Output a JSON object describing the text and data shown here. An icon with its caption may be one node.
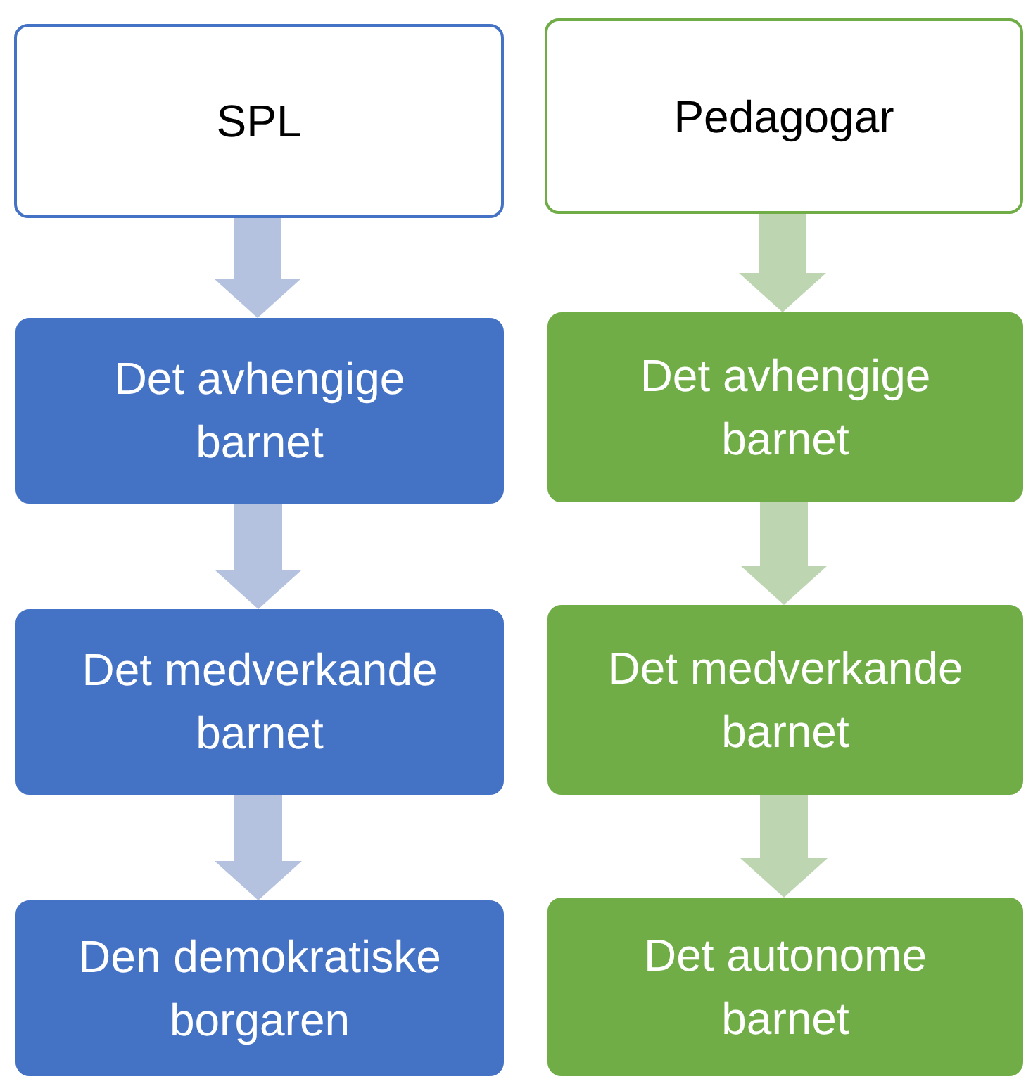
{
  "diagram": {
    "nodes": [
      {
        "text": [
          "SPL"
        ]
      },
      {
        "text": [
          "Pedagogar"
        ]
      },
      {
        "text": [
          "Det avhengige barnet"
        ]
      },
      {
        "text": [
          "Det avhengige barnet"
        ]
      },
      {
        "text": [
          "Det medverkande barnet"
        ]
      },
      {
        "text": [
          "Det medverkande barnet"
        ]
      },
      {
        "text": [
          "Den demokratiske borgaren"
        ]
      },
      {
        "text": [
          "Det autonome barnet"
        ]
      }
    ],
    "edges": [
      {
        "from": 0,
        "to": 2,
        "arrow": "to",
        "color": "#b4c2e0"
      },
      {
        "from": 2,
        "to": 4,
        "arrow": "to",
        "color": "#b4c2e0"
      },
      {
        "from": 4,
        "to": 6,
        "arrow": "to",
        "color": "#b4c2e0"
      },
      {
        "from": 1,
        "to": 3,
        "arrow": "to",
        "color": "#bdd6b1"
      },
      {
        "from": 3,
        "to": 5,
        "arrow": "to",
        "color": "#bdd6b1"
      },
      {
        "from": 5,
        "to": 7,
        "arrow": "to",
        "color": "#bdd6b1"
      }
    ]
  }
}
